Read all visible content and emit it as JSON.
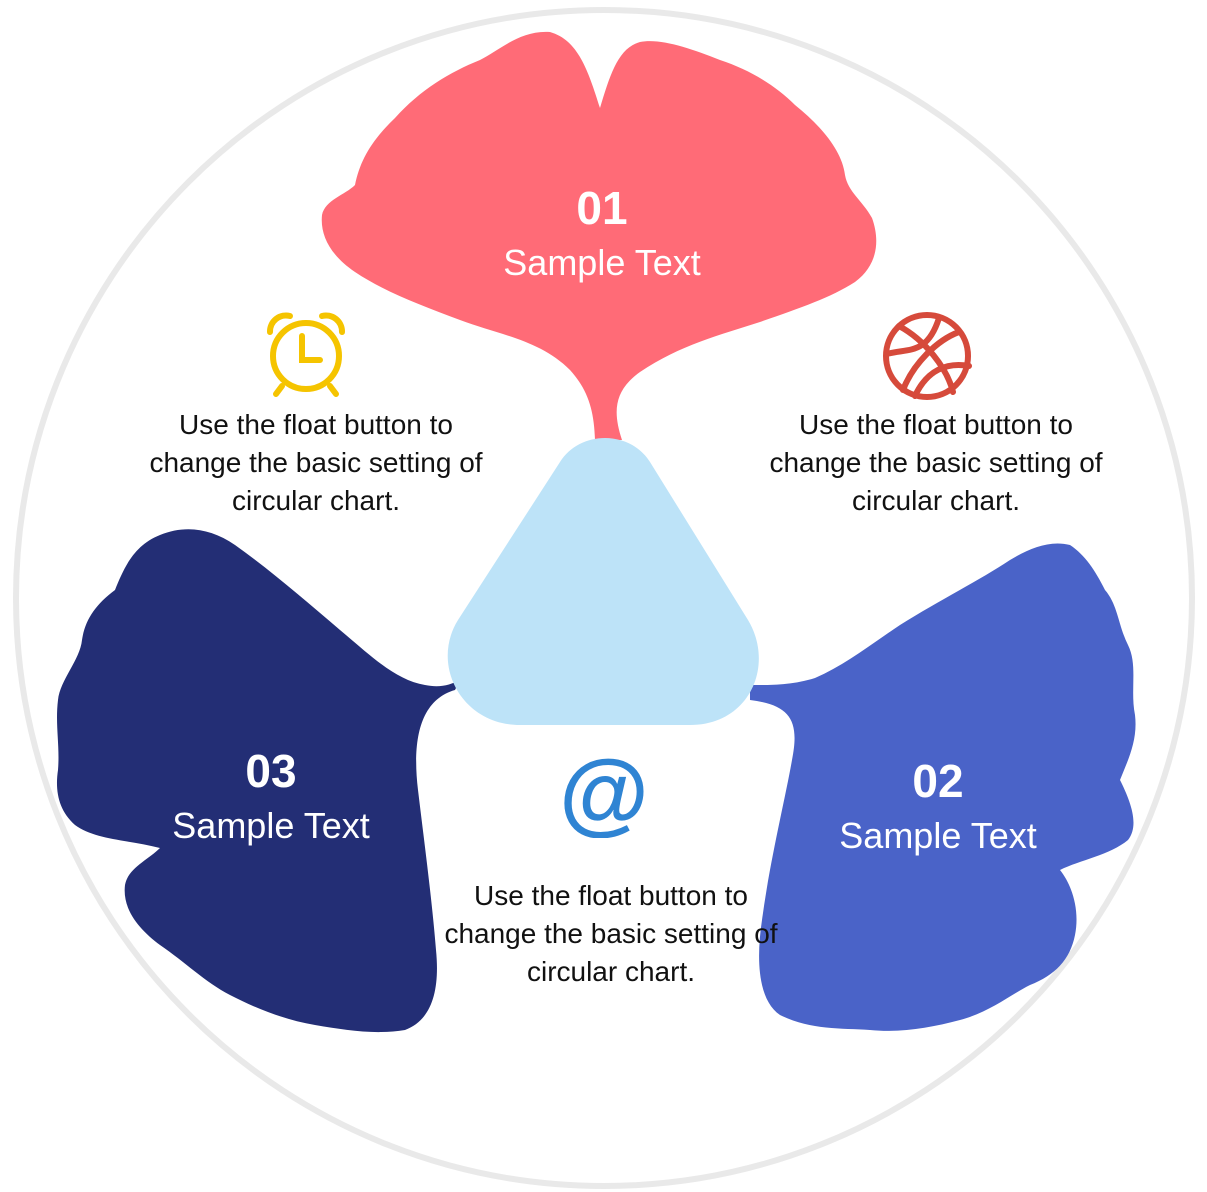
{
  "colors": {
    "outer_ring": "#e9e9e9",
    "leaf_1": "#ff6b77",
    "leaf_2": "#4a63c8",
    "leaf_3": "#232e75",
    "center_triangle": "#bde3f8",
    "alarm_icon": "#f5c400",
    "basketball_icon": "#d64a3b",
    "at_icon": "#2f84d3"
  },
  "items": [
    {
      "number": "01",
      "label": "Sample Text",
      "description": "Use the float button to change the basic setting of circular chart.",
      "icon": "alarm-clock-icon"
    },
    {
      "number": "02",
      "label": "Sample Text",
      "description": "Use the float button to change the basic setting of circular chart.",
      "icon": "basketball-icon"
    },
    {
      "number": "03",
      "label": "Sample Text",
      "description": "Use the float button to change the basic setting of circular chart.",
      "icon": "at-sign-icon"
    }
  ]
}
